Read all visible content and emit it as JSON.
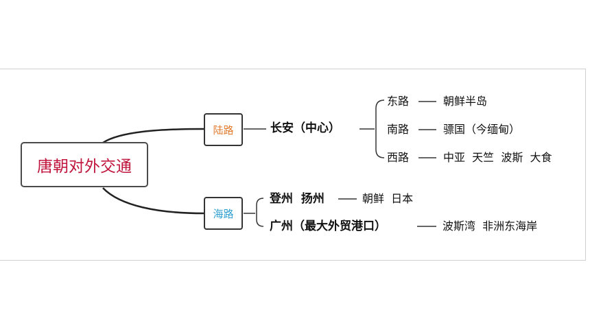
{
  "root": {
    "label": "唐朝对外交通",
    "color": "#c0143c"
  },
  "land": {
    "label": "陆路",
    "color": "#e07b2e",
    "hub": "长安（中心）",
    "routes": [
      {
        "name": "东路",
        "dest": "朝鲜半岛"
      },
      {
        "name": "南路",
        "dest": "骠国（今缅甸）"
      },
      {
        "name": "西路",
        "dest": "中亚  天竺  波斯  大食"
      }
    ]
  },
  "sea": {
    "label": "海路",
    "color": "#2e9fd0",
    "ports": [
      {
        "name": "登州  扬州",
        "dest": "朝鲜  日本"
      },
      {
        "name": "广州（最大外贸港口）",
        "dest": "波斯湾  非洲东海岸"
      }
    ]
  }
}
